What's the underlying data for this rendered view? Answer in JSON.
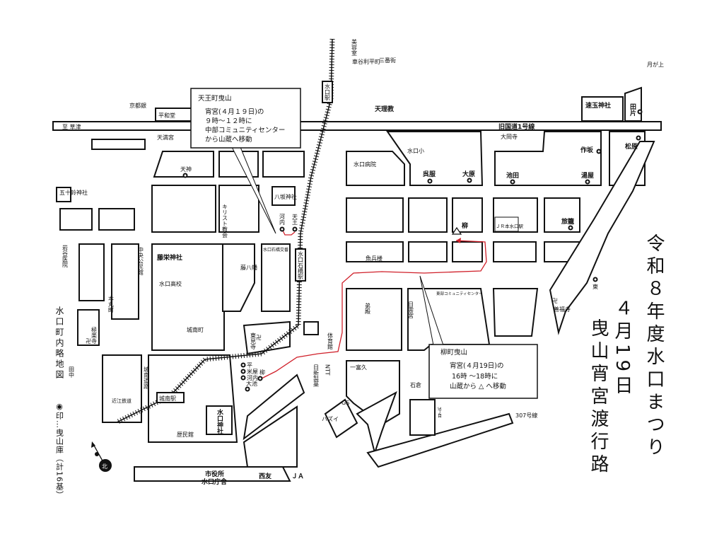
{
  "title": {
    "line1": "令和８年度水口まつり",
    "line2": "４月19日",
    "line3": "曳山宵宮渡行路"
  },
  "map_title": "水口町内略地図",
  "legend": "◉印…曳山庫（計16基）",
  "colors": {
    "route": "#d0202a",
    "ink": "#111111"
  },
  "callouts": {
    "tenno": {
      "heading": "天王町曳山",
      "line1": "宵宮(４月１９日)の",
      "line2": "９時〜１２時に",
      "line3": "中部コミュニティセンター",
      "line4": "から山蔵へ移動"
    },
    "yanagi": {
      "heading": "柳町曳山",
      "line1": "宵宮(４月19日)の",
      "line2": "16時 〜18時に",
      "line3": "山蔵から △ へ移動"
    }
  },
  "labels": {
    "kusatsu": "至 草津",
    "kyotogin": "京都銀",
    "heiwado": "平和堂",
    "tenmangu": "天満宮",
    "tenjin": "天神",
    "isuzu": "五十鈴神社",
    "iwatani": "岩谷医院",
    "christ": "キリスト教会",
    "yasaka": "八坂神社",
    "kawachi": "河内",
    "tenno": "天王",
    "minakuchi_sta": "水口駅",
    "biyoshitsu": "美容室",
    "kurumadani": "車谷利平町",
    "sanbangai": "三番街",
    "tenrikyo": "天理教",
    "hayatama": "速玉神社",
    "tagata": "田片",
    "tsukigaue": "月が上",
    "kokudo": "旧国道1号線",
    "daiganji": "大岡寺",
    "minakuchi_sho": "水口小",
    "minakuchi_hosp": "水口病院",
    "gofuku": "呉服",
    "ohara": "大原",
    "ikeda": "池田",
    "yuya": "湯屋",
    "sakusaka": "作坂",
    "matsubara": "松原",
    "yanagi": "柳",
    "jr": "ＪＲ本水口駅",
    "ryokan": "旅籠",
    "uoheiro": "魚兵楼",
    "higashi": "東",
    "zenpukuji": "善福寺",
    "tobu_center": "東部コミュニティセンター",
    "hiyoshi": "日雲宮",
    "otodono": "弟殿",
    "ichitomi": "一富久",
    "ishikura": "石倉",
    "sanchome": "3丁目",
    "r307": "307号線",
    "gs": "GS",
    "hazui": "ハズイ",
    "ntt": "NTT",
    "nisshin": "日新製薬",
    "taiikukan": "体育館",
    "kominkan": "中央公民館",
    "fujiei": "藤栄神社",
    "minakuchi_hs": "水口高校",
    "honmaru": "本丸町",
    "gokurakuji": "極楽寺",
    "jonan": "城南町",
    "tanaka": "田中",
    "jonan_road": "城南道路",
    "omi": "近江鉄道",
    "jonan_sta": "城南駅",
    "ishibashi_sta": "水口石橋駅",
    "koban": "水口石橋交番",
    "fujihachi": "藤八幡",
    "tokenji": "東見寺",
    "hira": "平",
    "yoneya": "米屋",
    "kawachi2": "河内",
    "oike": "大池",
    "yanagi2": "柳",
    "minakuchi_jinja": "水口神社",
    "rekimin": "歴民館",
    "shiyakusho1": "市役所",
    "shiyakusho2": "水口庁舎",
    "saiyu": "西友",
    "ja": "ＪＡ",
    "compass": "北"
  }
}
